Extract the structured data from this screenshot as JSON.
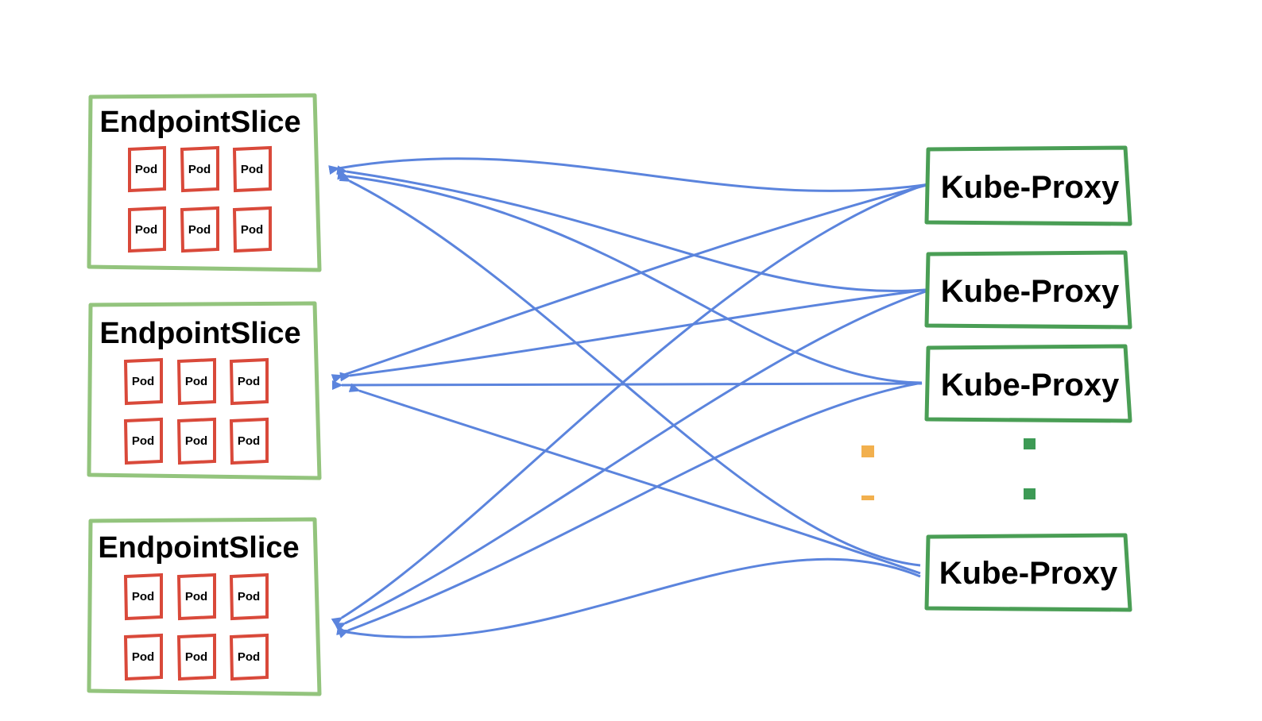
{
  "colors": {
    "endpoint_slice_border": "#93c47d",
    "kube_proxy_border": "#4a9e55",
    "pod_border": "#d9493a",
    "arrow": "#5b84dd",
    "dots_orange": "#f2b04e",
    "dots_green": "#3d9a55"
  },
  "endpoint_slices": [
    {
      "title": "EndpointSlice",
      "pods": [
        "Pod",
        "Pod",
        "Pod",
        "Pod",
        "Pod",
        "Pod"
      ]
    },
    {
      "title": "EndpointSlice",
      "pods": [
        "Pod",
        "Pod",
        "Pod",
        "Pod",
        "Pod",
        "Pod"
      ]
    },
    {
      "title": "EndpointSlice",
      "pods": [
        "Pod",
        "Pod",
        "Pod",
        "Pod",
        "Pod",
        "Pod"
      ]
    }
  ],
  "kube_proxies": [
    {
      "label": "Kube-Proxy"
    },
    {
      "label": "Kube-Proxy"
    },
    {
      "label": "Kube-Proxy"
    },
    {
      "label": "Kube-Proxy"
    }
  ],
  "connections": [
    {
      "from_proxy": 0,
      "to_slice": 0
    },
    {
      "from_proxy": 0,
      "to_slice": 1
    },
    {
      "from_proxy": 0,
      "to_slice": 2
    },
    {
      "from_proxy": 1,
      "to_slice": 0
    },
    {
      "from_proxy": 1,
      "to_slice": 1
    },
    {
      "from_proxy": 1,
      "to_slice": 2
    },
    {
      "from_proxy": 2,
      "to_slice": 0
    },
    {
      "from_proxy": 2,
      "to_slice": 1
    },
    {
      "from_proxy": 2,
      "to_slice": 2
    },
    {
      "from_proxy": 3,
      "to_slice": 0
    },
    {
      "from_proxy": 3,
      "to_slice": 1
    },
    {
      "from_proxy": 3,
      "to_slice": 2
    }
  ]
}
